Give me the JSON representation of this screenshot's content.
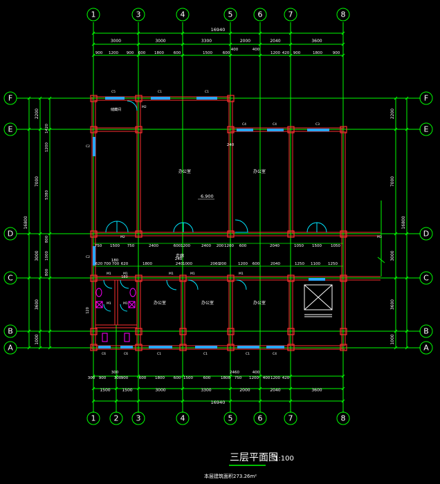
{
  "title": "三层平面图",
  "scale": "1:100",
  "area_note": "本层建筑面积273.26m²",
  "colors": {
    "background": "#000000",
    "grid": "#00ff00",
    "wall": "#ff3030",
    "window": "#29a8ff",
    "door": "#00e5ff",
    "fixture": "#ff00ff",
    "text": "#ffffff"
  },
  "axes": {
    "columns_top": [
      "1",
      "3",
      "4",
      "5",
      "6",
      "7",
      "8"
    ],
    "columns_bottom": [
      "1",
      "2",
      "3",
      "4",
      "5",
      "6",
      "7",
      "8"
    ],
    "rows": [
      "F",
      "E",
      "D",
      "C",
      "B",
      "A"
    ]
  },
  "dimensions": {
    "top_total": "16940",
    "top_main": [
      "3000",
      "3000",
      "3300",
      "2000",
      "2040",
      "3600"
    ],
    "top_upper": [
      "400",
      "400"
    ],
    "top_detail": [
      "900",
      "1200",
      "900",
      "600",
      "1800",
      "600",
      "1500",
      "600",
      "1200",
      "420",
      "900",
      "1800",
      "900"
    ],
    "bottom_upper": [
      "300",
      "2460",
      "400"
    ],
    "bottom_detail": [
      "300",
      "900",
      "300",
      "900",
      "600",
      "1800",
      "600",
      "1500",
      "600",
      "1800",
      "750",
      "1200",
      "400",
      "1200",
      "420"
    ],
    "bottom_main": [
      "1500",
      "1500",
      "3000",
      "3300",
      "2000",
      "2040",
      "3600"
    ],
    "bottom_total": "16940",
    "left_total": "16800",
    "right_total": "16800",
    "left_outer": [
      "2200",
      "7000",
      "3000",
      "3600",
      "1000"
    ],
    "left_inner": [
      "1420",
      "1200",
      "5380",
      "800",
      "1000",
      "800"
    ],
    "right_outer": [
      "2200",
      "7000",
      "3000",
      "3600",
      "1000"
    ],
    "interior_row1": [
      "750",
      "1500",
      "750",
      "2400",
      "600",
      "1200",
      "2400",
      "200",
      "1200",
      "600",
      "2040",
      "1050",
      "1500",
      "1050"
    ],
    "interior_row2": [
      "620",
      "700",
      "700",
      "620",
      "1800",
      "240",
      "1000",
      "2060",
      "200",
      "1200",
      "600",
      "2040",
      "1250",
      "1100",
      "1250"
    ],
    "misc": [
      "240",
      "180",
      "180",
      "240",
      "120"
    ]
  },
  "rooms": {
    "room_small_top": "储藏间",
    "office_1": "办公室",
    "office_2": "办公室",
    "office_3": "办公室",
    "office_4": "办公室",
    "office_5": "办公室",
    "corridor": "走廊",
    "level": "6.900"
  },
  "tags": {
    "top_windows": [
      "C5",
      "C1",
      "C1"
    ],
    "upper_windows": [
      "C4",
      "C4",
      "C3"
    ],
    "bottom_windows": [
      "C6",
      "C6",
      "C1",
      "C1",
      "C1",
      "C4"
    ],
    "left_windows": [
      "C2",
      "C2"
    ],
    "doors": [
      "M1",
      "M1",
      "M1",
      "M1",
      "M1",
      "M1",
      "M1"
    ],
    "misc": [
      "M2",
      "M2",
      "M3"
    ]
  }
}
